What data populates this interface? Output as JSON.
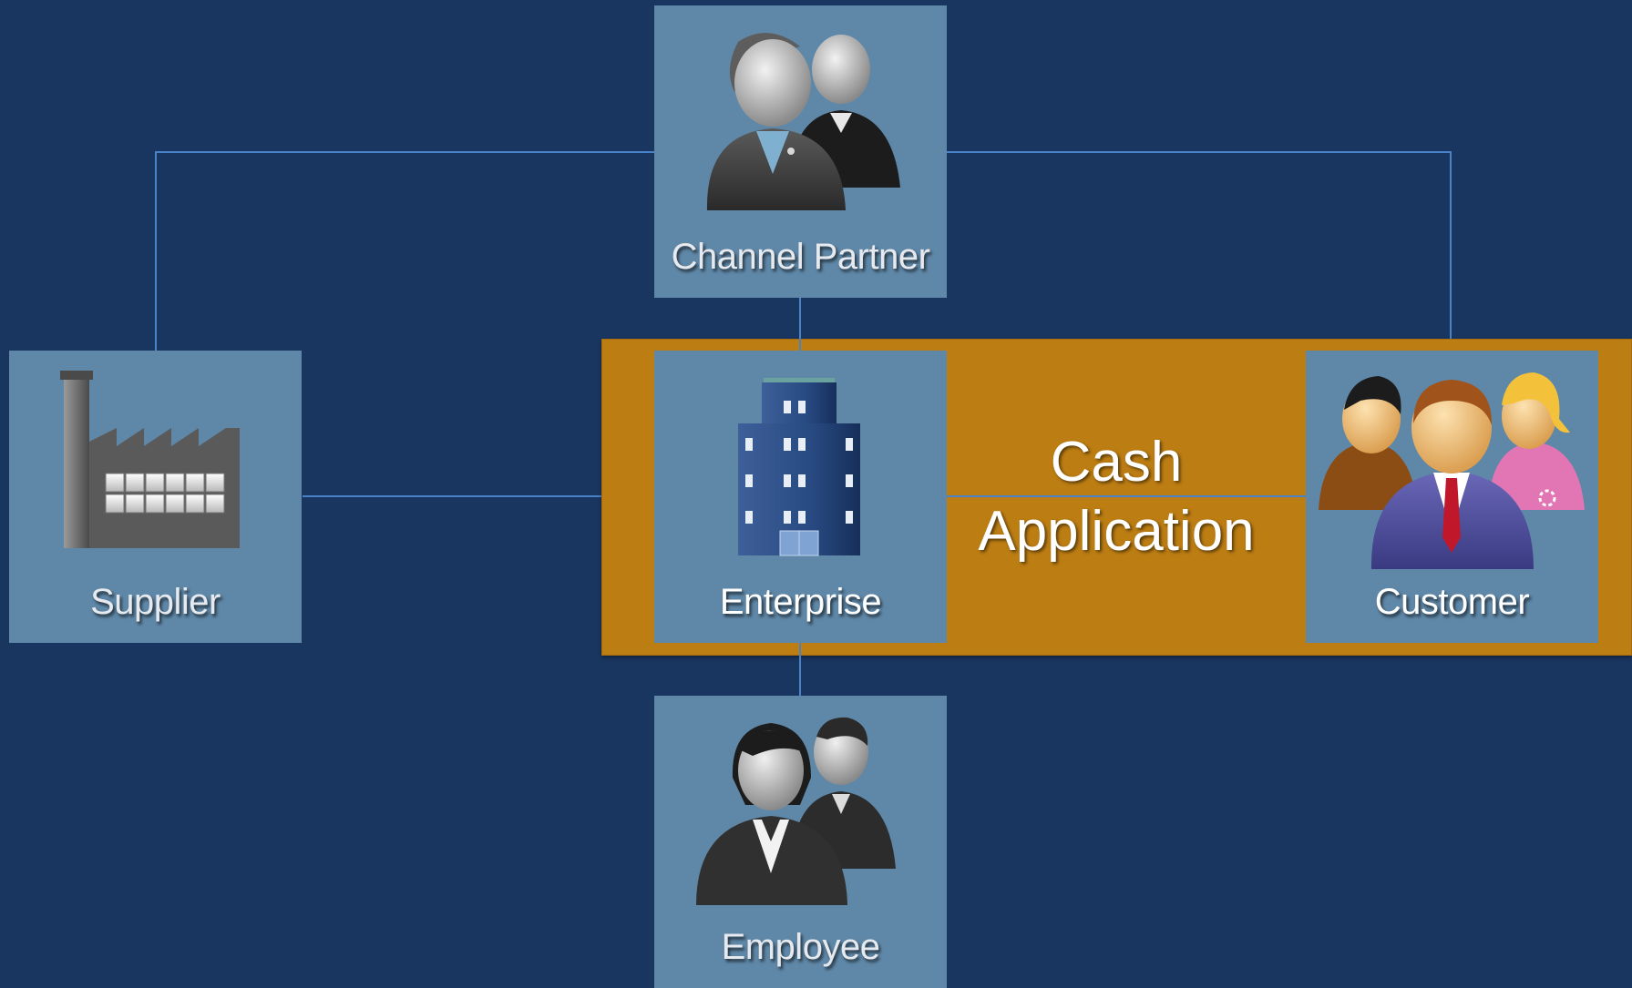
{
  "nodes": {
    "channel_partner": {
      "label": "Channel Partner",
      "icon": "business-partners-icon"
    },
    "supplier": {
      "label": "Supplier",
      "icon": "factory-icon"
    },
    "enterprise": {
      "label": "Enterprise",
      "icon": "office-building-icon"
    },
    "customer": {
      "label": "Customer",
      "icon": "customer-group-icon"
    },
    "employee": {
      "label": "Employee",
      "icon": "employees-icon"
    }
  },
  "highlight": {
    "line1": "Cash",
    "line2": "Application"
  },
  "colors": {
    "background": "#193660",
    "tile": "#5f87a7",
    "highlight": "#bc7d13",
    "connector": "#4a82c8"
  }
}
